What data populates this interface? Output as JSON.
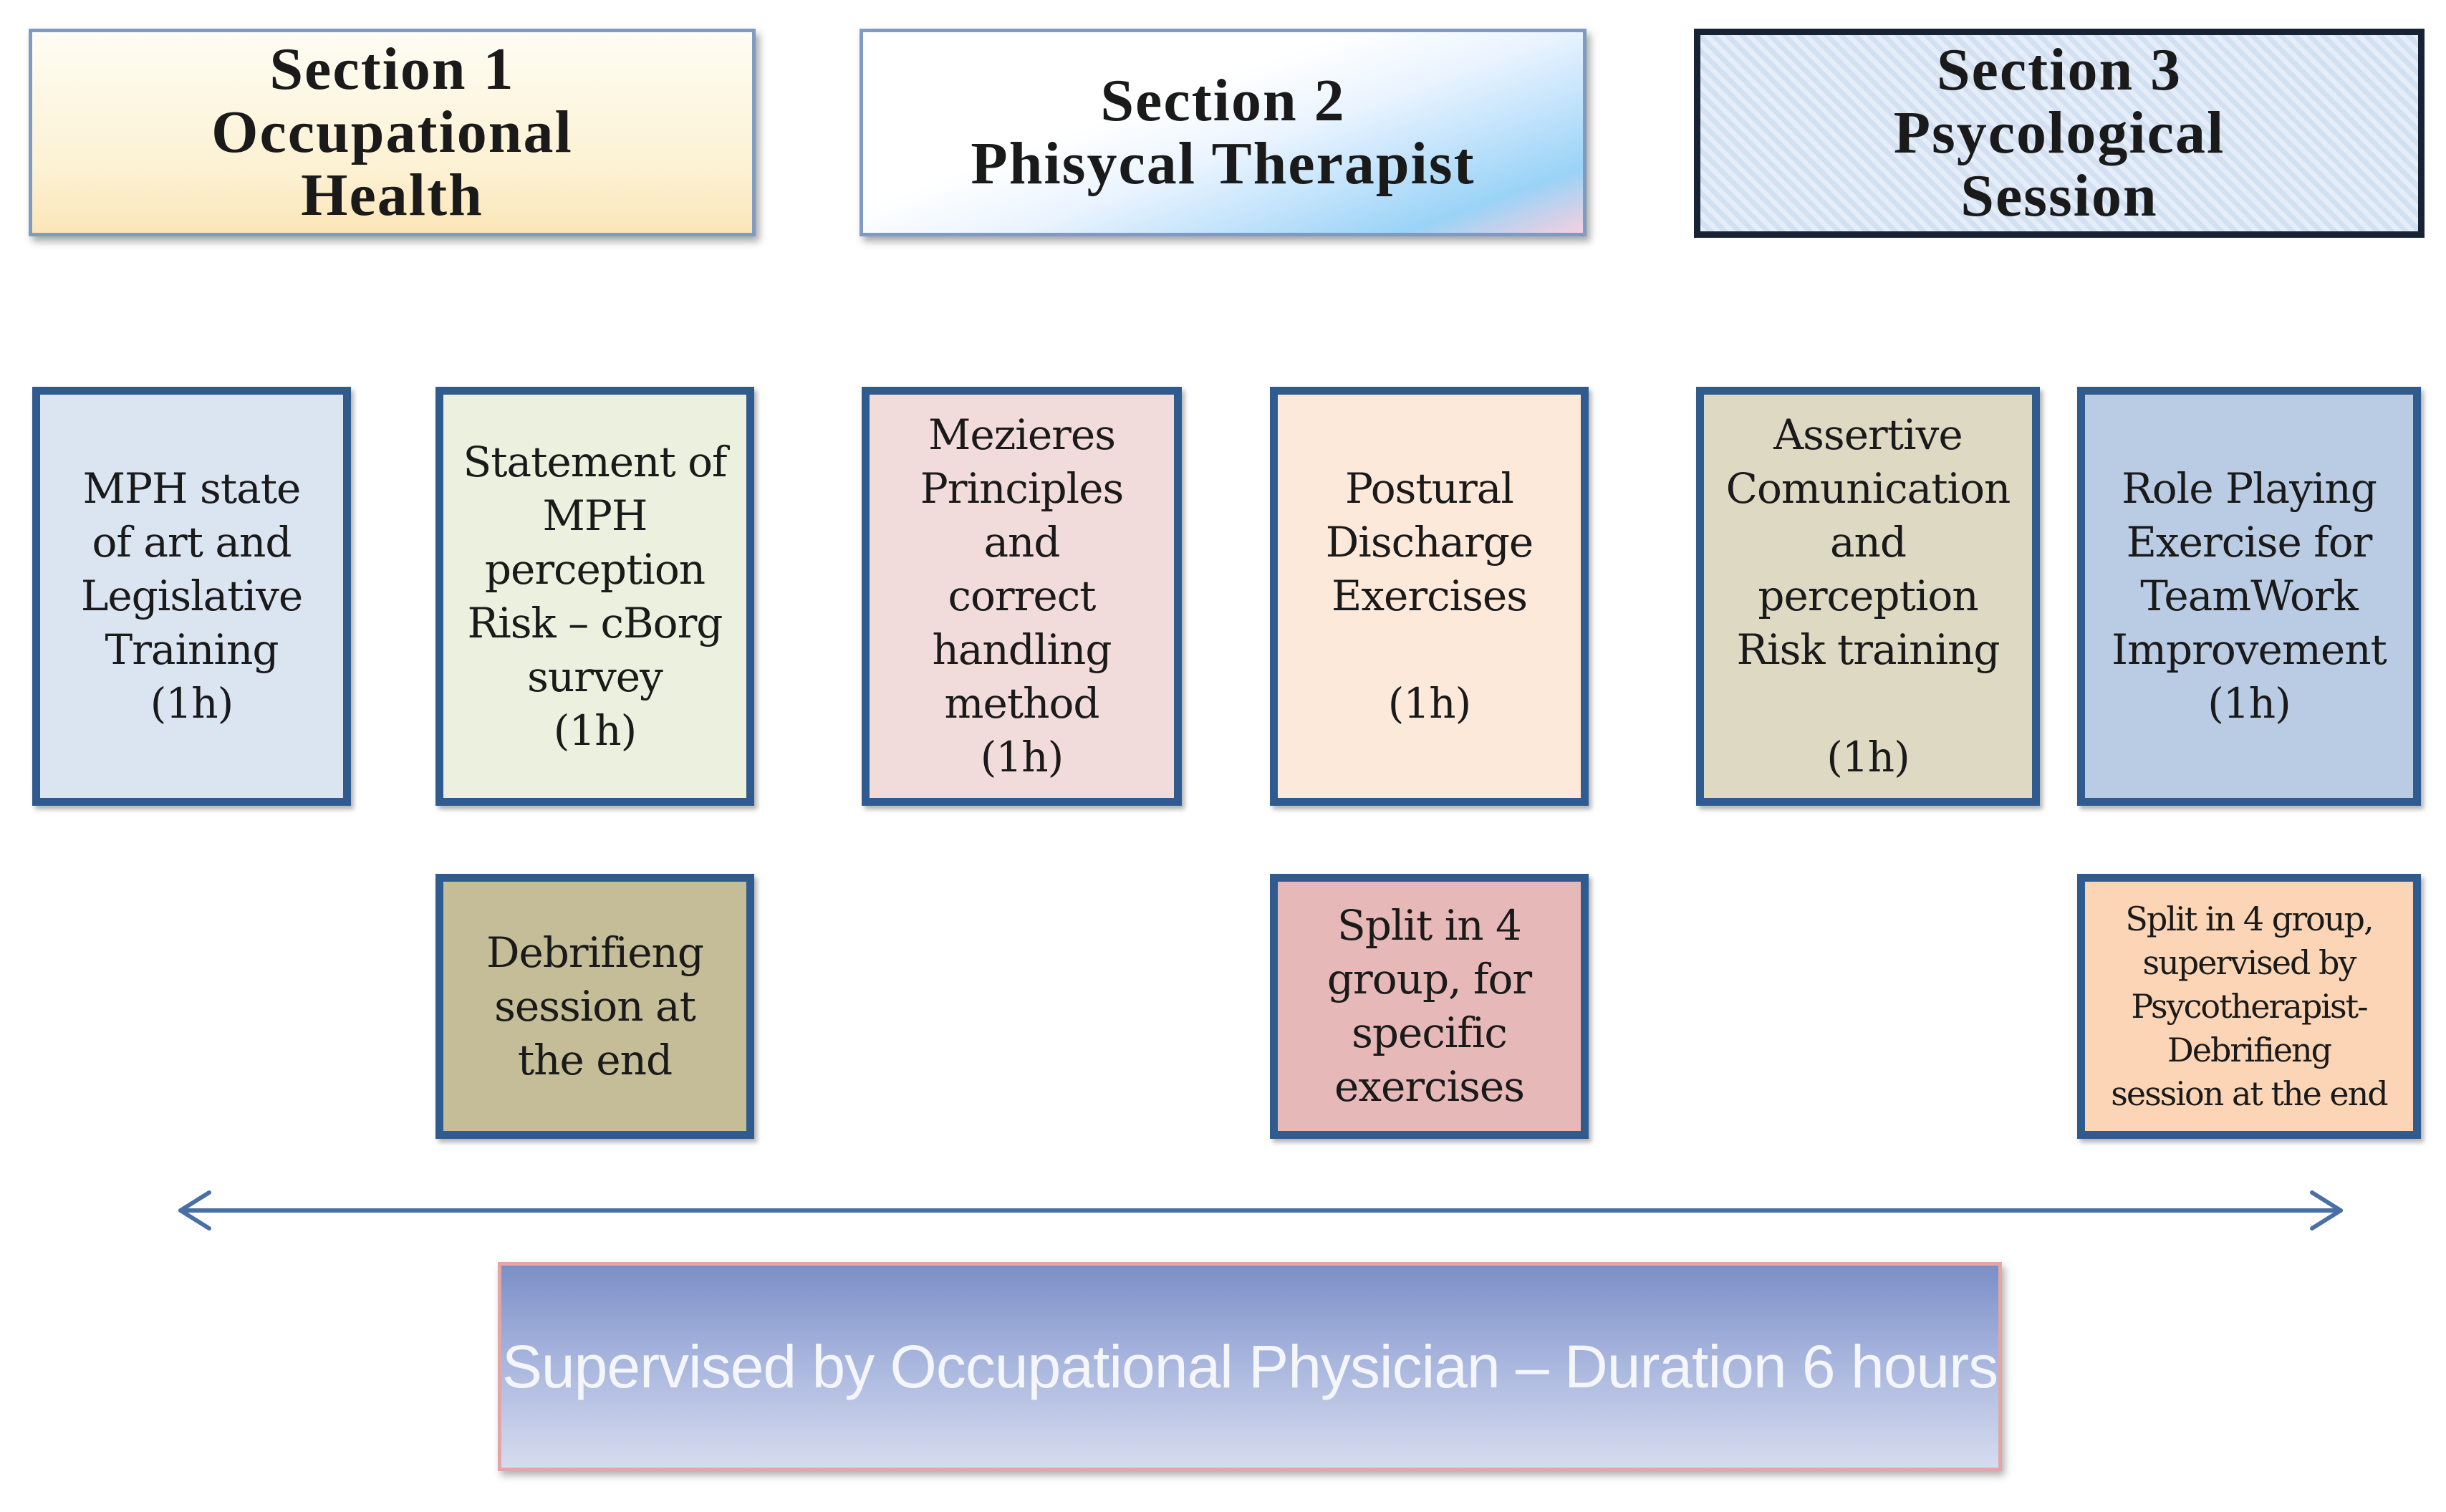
{
  "sections": [
    {
      "id": "section-1",
      "title": "Section 1\nOccupational\nHealth"
    },
    {
      "id": "section-2",
      "title": "Section 2\nPhisycal Therapist"
    },
    {
      "id": "section-3",
      "title": "Section 3\nPsycological\nSession"
    }
  ],
  "activities": [
    {
      "text": "MPH state\nof art and\nLegislative\nTraining\n(1h)",
      "color": "#dbe4f1"
    },
    {
      "text": "Statement of\nMPH\nperception\nRisk – cBorg\nsurvey\n(1h)",
      "color": "#ebf1de"
    },
    {
      "text": "Mezieres\nPrinciples\nand\ncorrect\nhandling\nmethod\n(1h)",
      "color": "#f2dcdb"
    },
    {
      "text": "Postural\nDischarge\nExercises\n\n(1h)",
      "color": "#fde9d9"
    },
    {
      "text": "Assertive\nComunication\nand\nperception\nRisk training\n\n(1h)",
      "color": "#ddd9c3"
    },
    {
      "text": "Role Playing\nExercise for\nTeamWork\nImprovement\n(1h)",
      "color": "#b9cce4"
    }
  ],
  "notes": [
    {
      "text": "Debrifieng\nsession at\nthe end",
      "color": "#c4bd97"
    },
    {
      "text": "Split in 4\ngroup, for\nspecific\nexercises",
      "color": "#e6b9b8"
    },
    {
      "text": "Split in 4 group,\nsupervised by\nPsycotherapist-\nDebrifieng\nsession at the end",
      "color": "#fbd5b5"
    }
  ],
  "footer": {
    "text": "Supervised by Occupational Physician – Duration 6 hours"
  },
  "colors": {
    "card_border": "#2f5b8f",
    "arrow": "#4a6fa5"
  }
}
